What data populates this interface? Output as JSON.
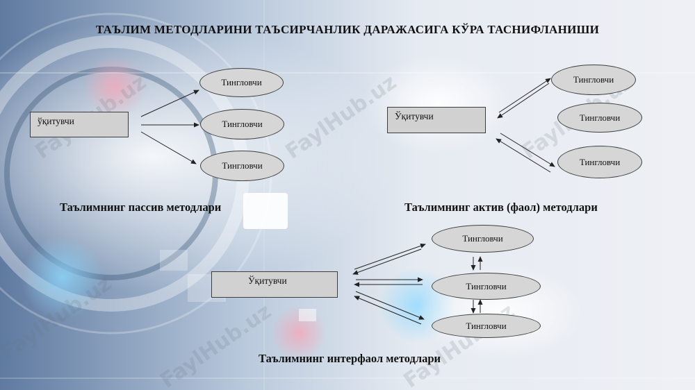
{
  "title": "ТАЪЛИМ МЕТОДЛАРИНИ  ТАЪСИРЧАНЛИК ДАРАЖАСИГА КЎРА ТАСНИФЛАНИШИ",
  "watermark": "FaylHub.uz",
  "passive": {
    "teacher": "ўқитувчи",
    "students": [
      "Тингловчи",
      "Тингловчи",
      "Тингловчи"
    ],
    "caption": "Таълимнинг пассив методлари"
  },
  "active": {
    "teacher": "Ўқитувчи",
    "students": [
      "Тингловчи",
      "Тингловчи",
      "Тингловчи"
    ],
    "caption": "Таълимнинг актив (фаол) методлари"
  },
  "interactive": {
    "teacher": "Ўқитувчи",
    "students": [
      "Тингловчи",
      "Тингловчи",
      "Тингловчи"
    ],
    "caption": "Таълимнинг интерфаол методлари"
  }
}
